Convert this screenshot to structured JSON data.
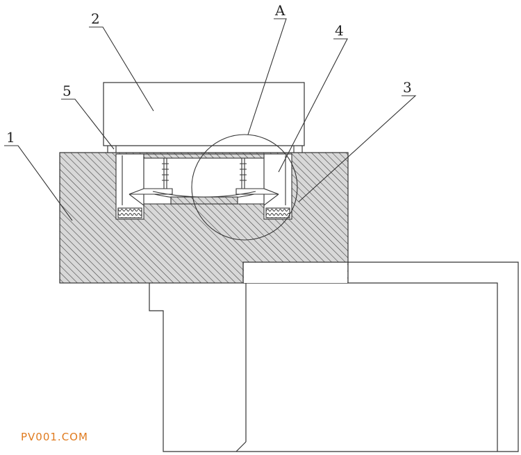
{
  "labels": {
    "part_1": "1",
    "part_2": "2",
    "part_3": "3",
    "part_4": "4",
    "part_5": "5",
    "detail_A": "A"
  },
  "watermark": {
    "text": "PV001.COM",
    "color": "#e07b1f"
  },
  "colors": {
    "line": "#333333",
    "hatch": "#444444",
    "hatch_bg": "#d8d8d8",
    "background": "#ffffff"
  }
}
